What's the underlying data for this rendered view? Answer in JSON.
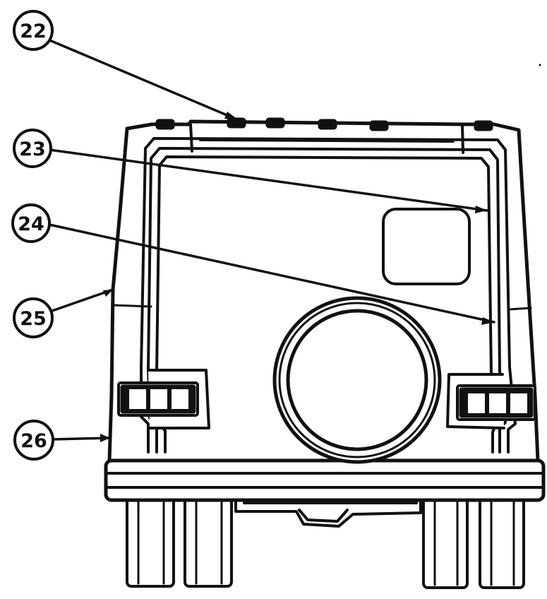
{
  "figure": {
    "callouts": [
      {
        "id": "c22",
        "label": "22"
      },
      {
        "id": "c23",
        "label": "23"
      },
      {
        "id": "c24",
        "label": "24"
      },
      {
        "id": "c25",
        "label": "25"
      },
      {
        "id": "c26",
        "label": "26"
      }
    ]
  },
  "colors": {
    "ink": "#111111",
    "paper": "#ffffff"
  }
}
